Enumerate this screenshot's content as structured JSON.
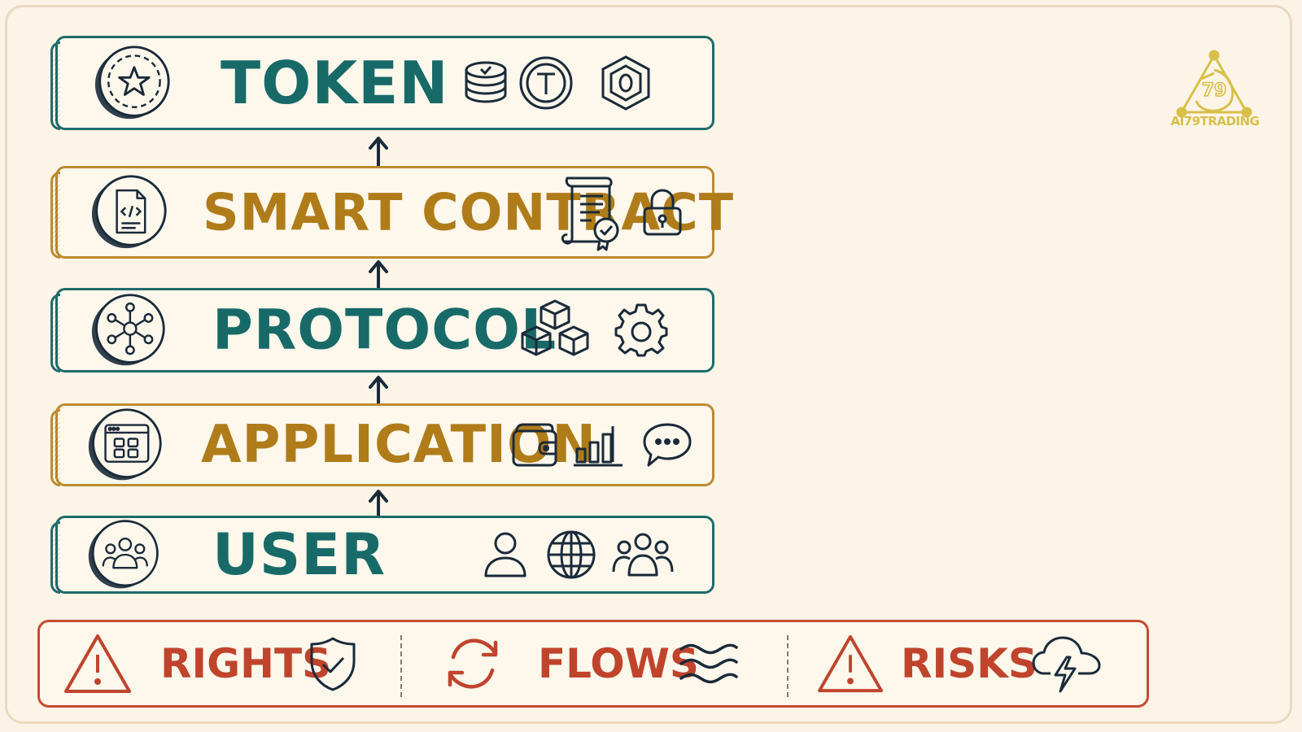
{
  "layers": [
    {
      "label": "TOKEN",
      "color": "#186a68"
    },
    {
      "label": "SMART CONTRACT",
      "color": "#b07c1a"
    },
    {
      "label": "PROTOCOL",
      "color": "#186a68"
    },
    {
      "label": "APPLICATION",
      "color": "#b07c1a"
    },
    {
      "label": "USER",
      "color": "#186a68"
    }
  ],
  "bottom_bar": {
    "rights": "RIGHTS",
    "flows": "FLOWS",
    "risks": "RISKS",
    "color": "#c0442c"
  },
  "logo": {
    "mark": "79",
    "text": "AI79TRADING"
  },
  "icons": {
    "token": [
      "star-coin-icon",
      "coin-stack-icon",
      "token-t-icon",
      "hexagon-coin-icon"
    ],
    "smart_contract": [
      "code-document-icon",
      "certificate-scroll-icon",
      "lock-icon"
    ],
    "protocol": [
      "network-node-icon",
      "blocks-icon",
      "gear-icon"
    ],
    "application": [
      "app-window-icon",
      "wallet-icon",
      "bar-chart-icon",
      "chat-bubble-icon"
    ],
    "user": [
      "users-group-icon",
      "person-icon",
      "globe-icon",
      "team-icon"
    ],
    "bottom": [
      "warning-triangle-icon",
      "shield-check-icon",
      "refresh-cycle-icon",
      "waves-icon",
      "warning-triangle-icon",
      "storm-cloud-icon"
    ]
  }
}
